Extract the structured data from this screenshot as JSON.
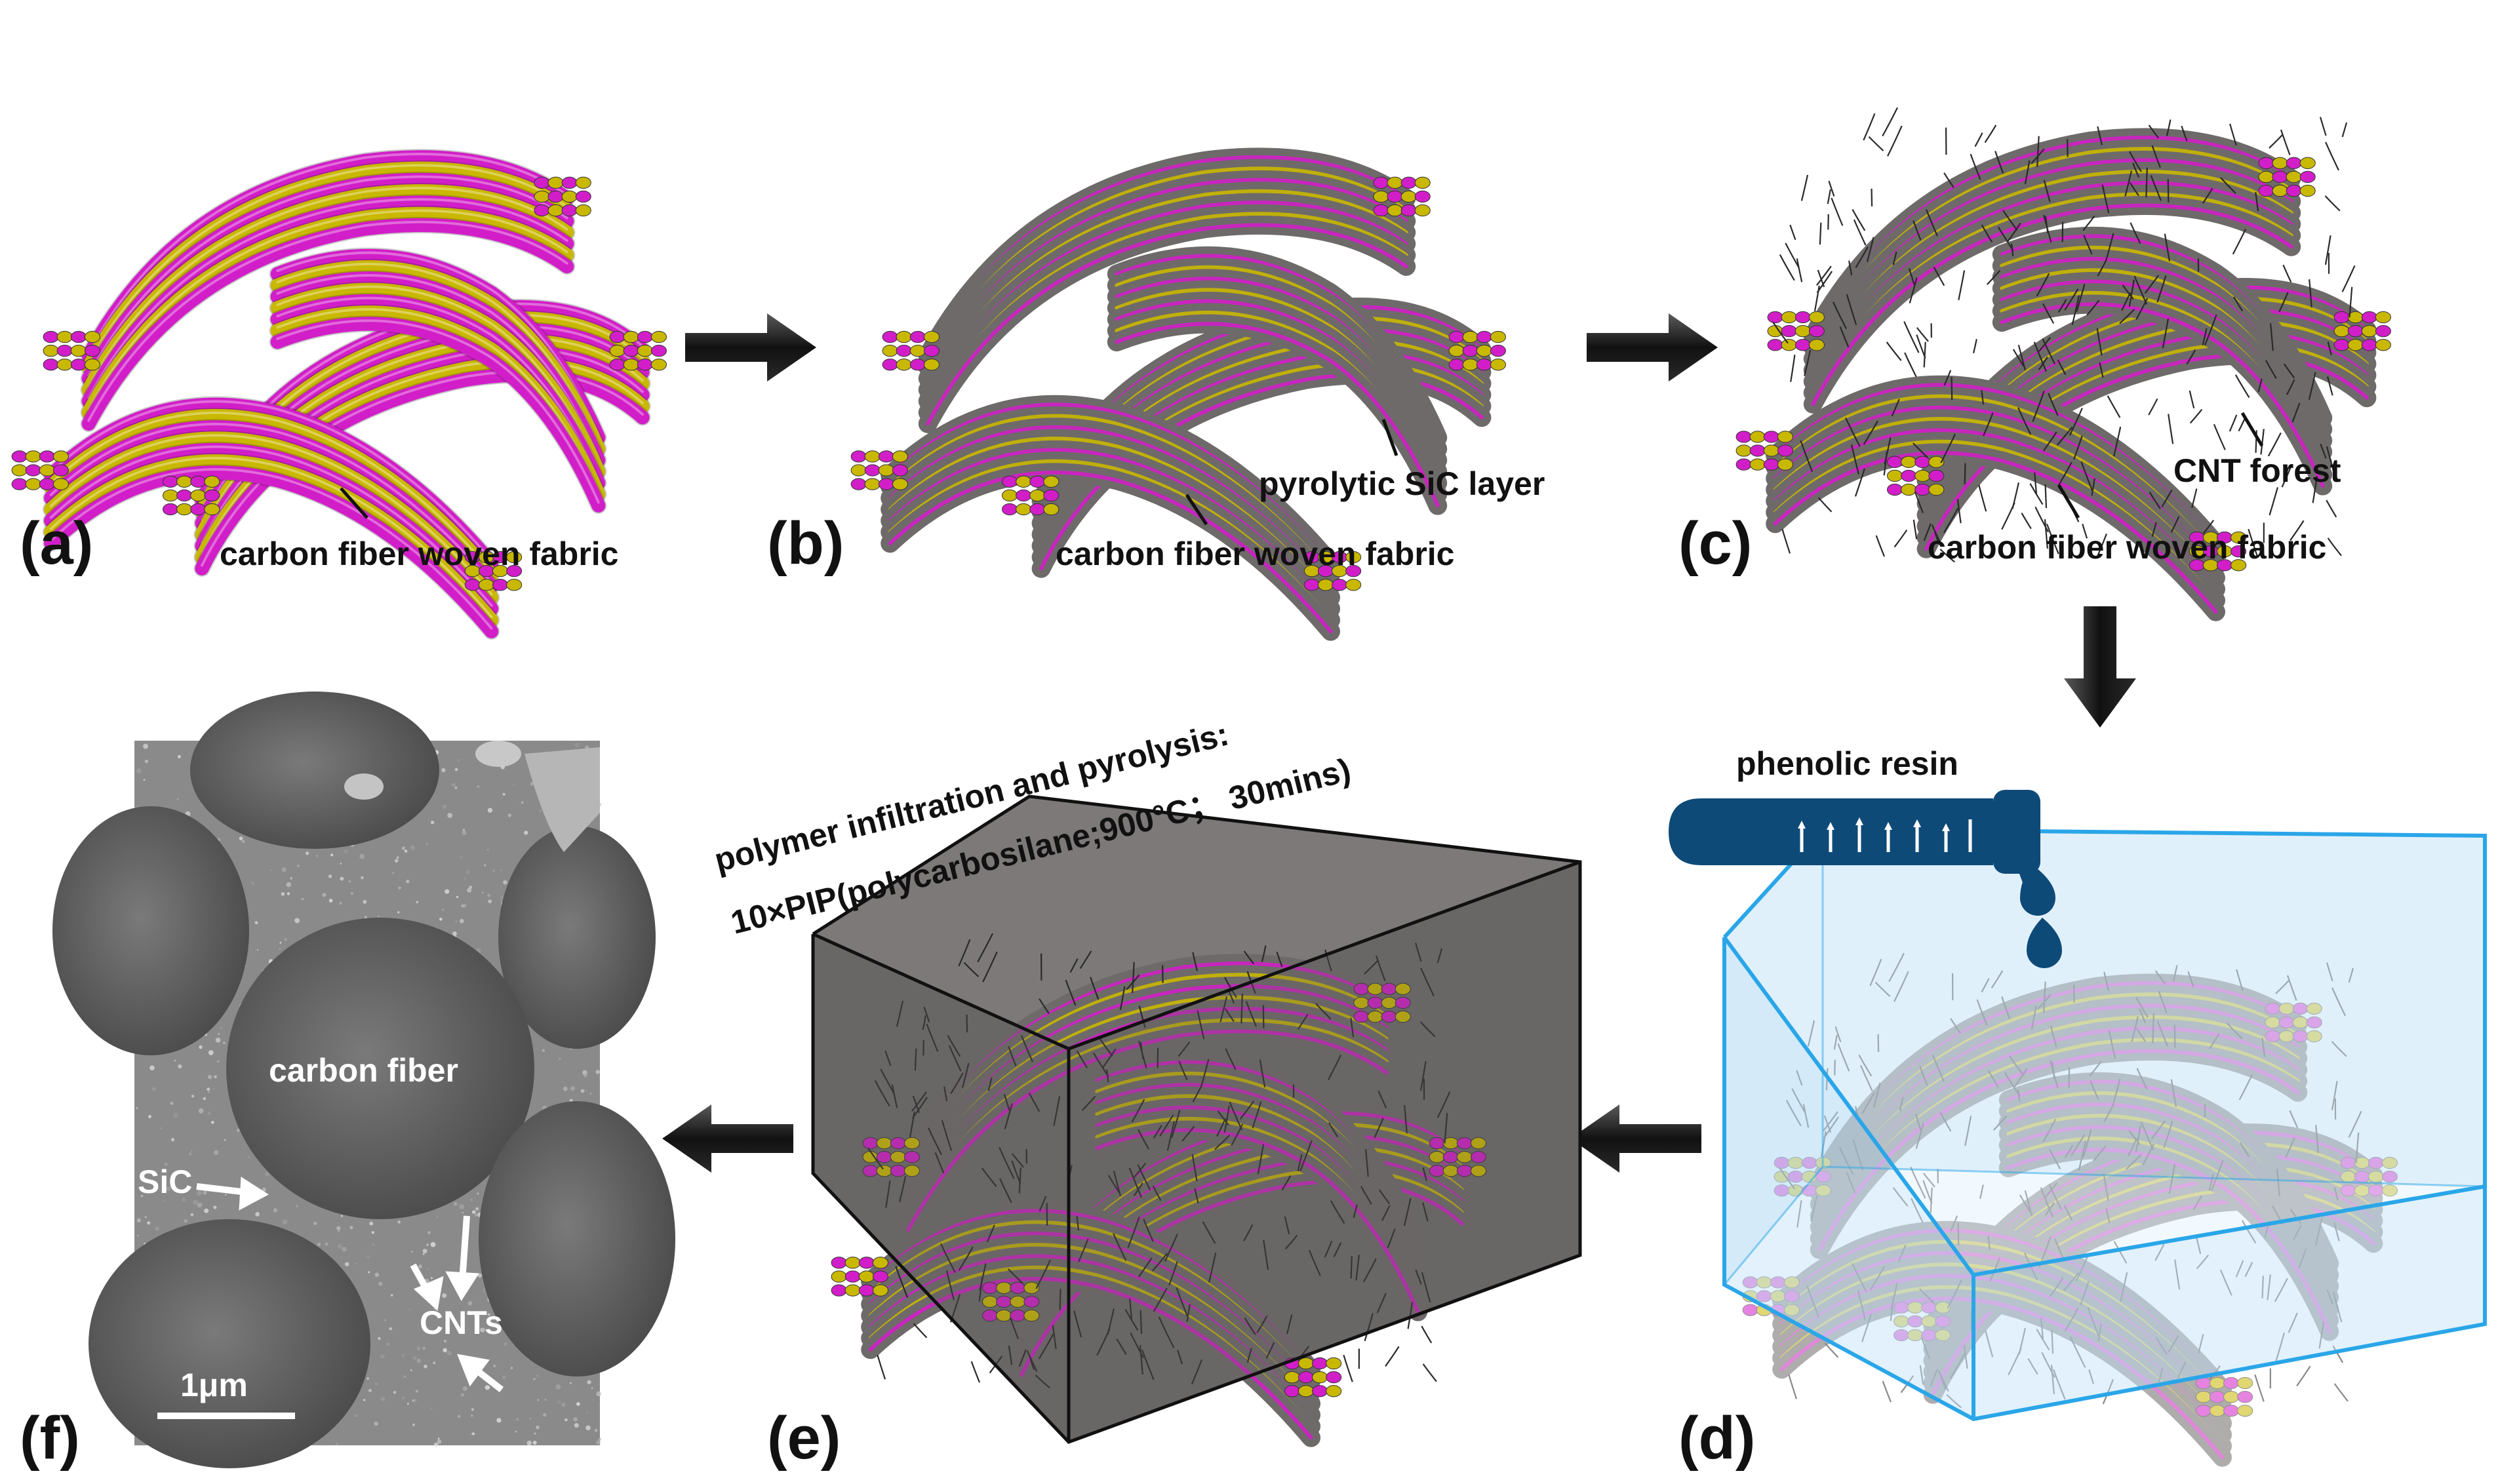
{
  "panels": {
    "a": {
      "label": "(a)",
      "caption": "carbon fiber woven fabric"
    },
    "b": {
      "label": "(b)",
      "caption": "carbon fiber woven fabric",
      "annotation": "pyrolytic SiC layer"
    },
    "c": {
      "label": "(c)",
      "caption": "carbon fiber woven fabric",
      "annotation": "CNT forest"
    },
    "d": {
      "label": "(d)",
      "annotation": "phenolic resin"
    },
    "e": {
      "label": "(e)",
      "annotation_line1": "polymer infiltration and pyrolysis:",
      "annotation_line2": "10×PIP(polycarbosilane;900°C； 30mins)"
    },
    "f": {
      "label": "(f)",
      "fiber_label": "carbon fiber",
      "sic_label": "SiC",
      "cnt_label": "CNTs",
      "scale_bar": "1μm"
    }
  },
  "colors": {
    "fiber_magenta": "#d21ec8",
    "fiber_yellow": "#c9b800",
    "coating_gray": "#6e6a6a",
    "resin_blue": "#0e4a78",
    "resin_box": "#2aa6e8",
    "arrow": "#111111"
  }
}
